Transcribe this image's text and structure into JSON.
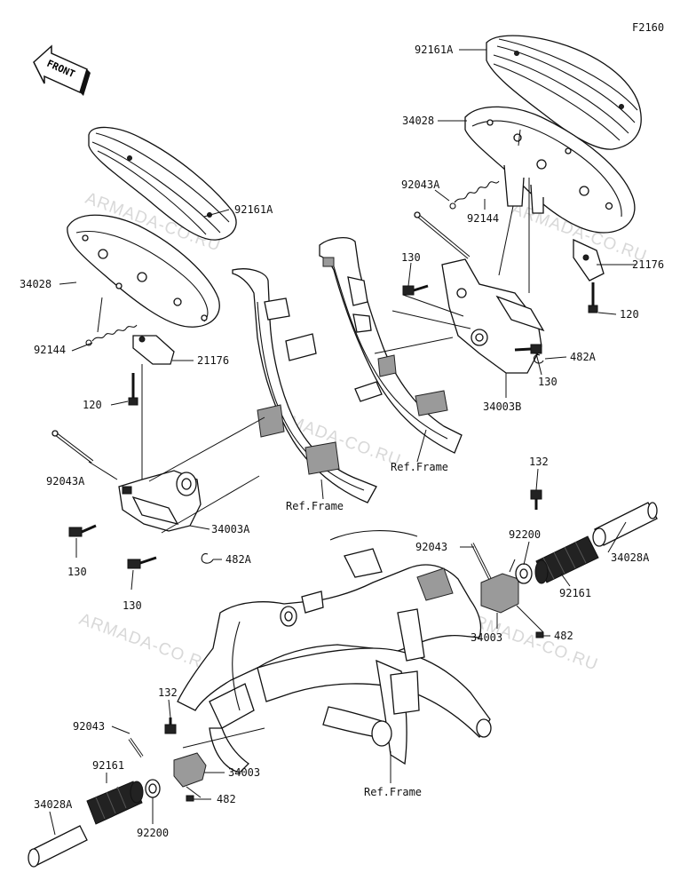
{
  "diagram_code": "F2160",
  "front_label": "FRONT",
  "watermark": "ARMADA-CO.RU",
  "labels": {
    "l92161A_r": "92161A",
    "l34028_r": "34028",
    "l92043A_r": "92043A",
    "l92144_r": "92144",
    "l130_r1": "130",
    "l21176_r": "21176",
    "l120_r": "120",
    "l482A_r": "482A",
    "l130_r2": "130",
    "l34003B": "34003B",
    "lRef_r": "Ref.Frame",
    "l92161A_l": "92161A",
    "l34028_l": "34028",
    "l92144_l": "92144",
    "l21176_l": "21176",
    "l120_l": "120",
    "l92043A_l": "92043A",
    "lRef_m": "Ref.Frame",
    "l34003A": "34003A",
    "l130_l1": "130",
    "l482A_l": "482A",
    "l130_l2": "130",
    "l132_r": "132",
    "l92043_r": "92043",
    "l92200_r": "92200",
    "l34028A_r": "34028A",
    "l92161_r": "92161",
    "l34003_r": "34003",
    "l482_r": "482",
    "l132_b": "132",
    "l92043_b": "92043",
    "l34003_b": "34003",
    "l92161_b": "92161",
    "l34028A_b": "34028A",
    "l482_b": "482",
    "l92200_b": "92200",
    "lRef_b": "Ref.Frame"
  }
}
